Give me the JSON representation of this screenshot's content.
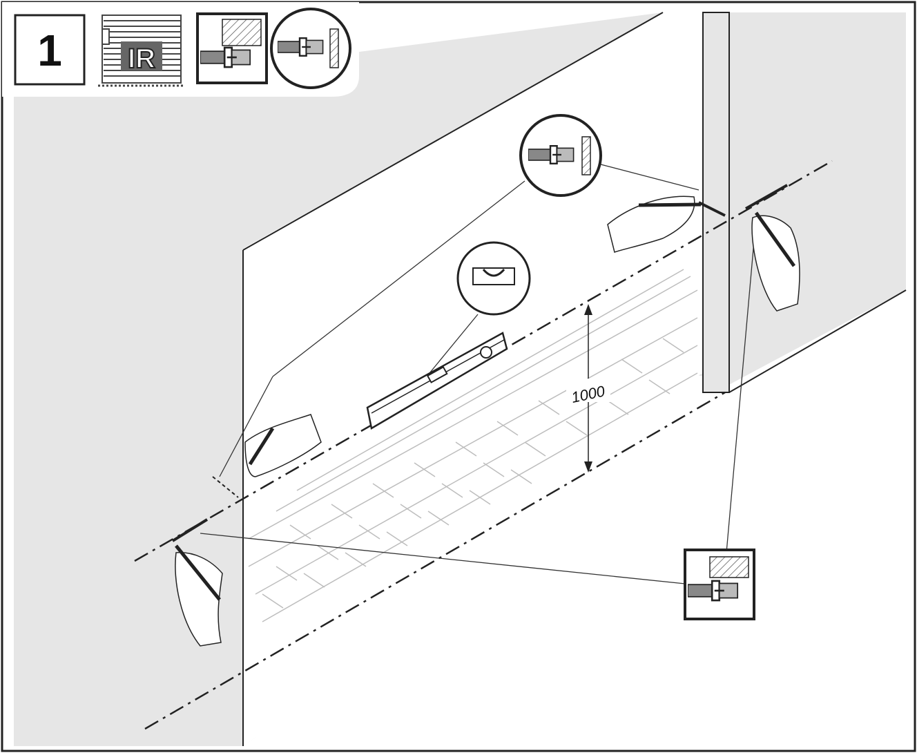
{
  "header": {
    "step_number": "1",
    "ir_label": "IR"
  },
  "dimension": {
    "value": "1000"
  },
  "colors": {
    "frame": "#222222",
    "wall_fill": "#e6e6e6",
    "line": "#222222",
    "paving": "#bdbdbd",
    "hatch": "#555555"
  }
}
